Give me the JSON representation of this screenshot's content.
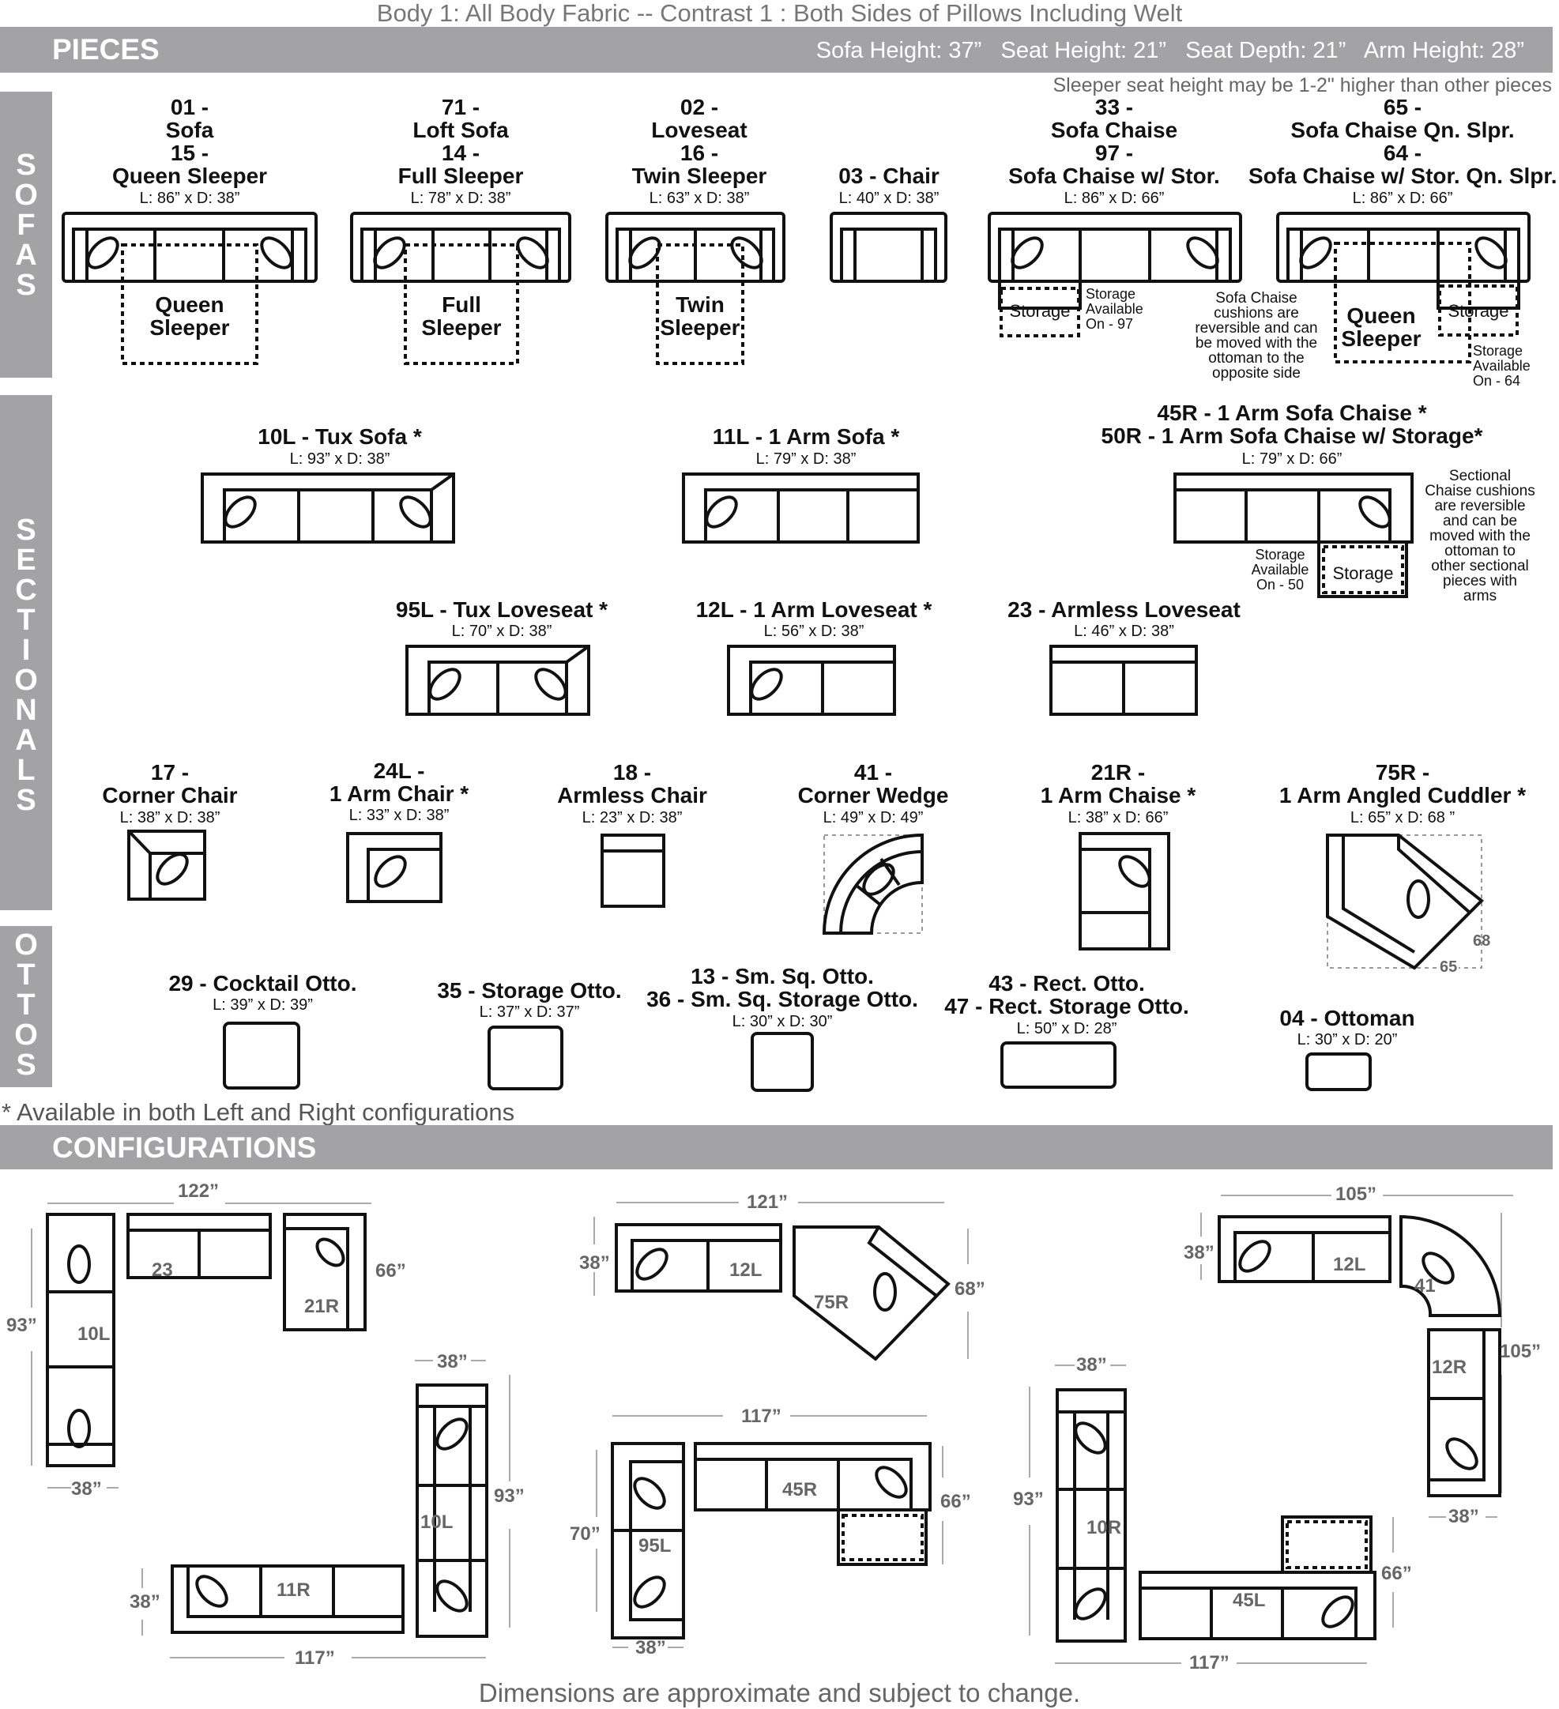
{
  "header_note": "Body 1: All Body Fabric -- Contrast 1 : Both Sides of Pillows Including Welt",
  "pieces_bar": {
    "title": "PIECES",
    "dims": "Sofa Height: 37”   Seat Height: 21”   Seat Depth: 21”   Arm Height: 28”"
  },
  "sleeper_note": "Sleeper seat height may be 1-2\" higher than other pieces",
  "side_labels": {
    "sofas": [
      "S",
      "O",
      "F",
      "A",
      "S"
    ],
    "sectionals": [
      "S",
      "E",
      "C",
      "T",
      "I",
      "O",
      "N",
      "A",
      "L",
      "S"
    ],
    "ottos": [
      "O",
      "T",
      "T",
      "O",
      "S"
    ]
  },
  "sofas": [
    {
      "name": "01 -\nSofa\n15 -\nQueen Sleeper",
      "dim": "L: 86” x D: 38”",
      "inner": "Queen\nSleeper"
    },
    {
      "name": "71 -\nLoft Sofa\n14 -\nFull Sleeper",
      "dim": "L: 78” x D: 38”",
      "inner": "Full\nSleeper"
    },
    {
      "name": "02 -\nLoveseat\n16 -\nTwin Sleeper",
      "dim": "L: 63” x D: 38”",
      "inner": "Twin\nSleeper"
    },
    {
      "name": "03 - Chair",
      "dim": "L: 40” x D: 38”"
    },
    {
      "name": "33 -\nSofa Chaise\n97 -\nSofa Chaise w/ Stor.",
      "dim": "L: 86” x D: 66”",
      "storage": "Storage",
      "avail": "Storage\nAvailable\nOn - 97"
    },
    {
      "name": "65 -\nSofa Chaise Qn. Slpr.\n64 -\nSofa Chaise w/ Stor. Qn. Slpr.",
      "dim": "L: 86” x D: 66”",
      "inner": "Queen\nSleeper",
      "storage": "Storage",
      "avail": "Storage\nAvailable\nOn - 64"
    }
  ],
  "chaise_note": "Sofa Chaise\ncushions are\nreversible and can\nbe moved with the\nottoman to the\nopposite side",
  "sectionals": [
    {
      "name": "10L - Tux Sofa *",
      "dim": "L: 93” x D: 38”"
    },
    {
      "name": "11L - 1 Arm Sofa *",
      "dim": "L: 79” x D: 38”"
    },
    {
      "name": "45R - 1 Arm Sofa Chaise *\n50R - 1 Arm Sofa Chaise w/ Storage*",
      "dim": "L: 79” x D: 66”",
      "storage": "Storage",
      "avail": "Storage\nAvailable\nOn - 50"
    },
    {
      "name": "95L - Tux Loveseat *",
      "dim": "L: 70” x D: 38”"
    },
    {
      "name": "12L - 1 Arm Loveseat *",
      "dim": "L: 56” x D: 38”"
    },
    {
      "name": "23 - Armless Loveseat",
      "dim": "L: 46” x D: 38”"
    },
    {
      "name": "17 -\nCorner Chair",
      "dim": "L: 38” x D: 38”"
    },
    {
      "name": "24L -\n1 Arm Chair *",
      "dim": "L: 33” x D: 38”"
    },
    {
      "name": "18 -\nArmless Chair",
      "dim": "L: 23” x D: 38”"
    },
    {
      "name": "41 -\nCorner Wedge",
      "dim": "L: 49” x D: 49”"
    },
    {
      "name": "21R -\n1 Arm Chaise *",
      "dim": "L: 38” x D: 66”"
    },
    {
      "name": "75R -\n1 Arm Angled Cuddler *",
      "dim": "L: 65” x D: 68 ”",
      "d1": "68",
      "d2": "65"
    }
  ],
  "sectional_note": "Sectional\nChaise cushions\nare reversible\nand can be\nmoved with the\nottoman to\nother sectional\npieces with\narms",
  "ottos": [
    {
      "name": "29 - Cocktail Otto.",
      "dim": "L: 39” x D: 39”"
    },
    {
      "name": "35 - Storage Otto.",
      "dim": "L: 37” x D: 37”"
    },
    {
      "name": "13 - Sm. Sq. Otto.\n36 - Sm. Sq. Storage Otto.",
      "dim": "L: 30” x D: 30”"
    },
    {
      "name": "43 - Rect. Otto.\n47 - Rect. Storage Otto.",
      "dim": "L: 50” x D: 28”"
    },
    {
      "name": "04 - Ottoman",
      "dim": "L: 30” x D: 20”"
    }
  ],
  "availability_note": "* Available in both Left and Right configurations",
  "config_bar": {
    "title": "CONFIGURATIONS"
  },
  "configurations": {
    "c1": {
      "w": "122”",
      "h": "93”",
      "b": "38”",
      "d": "66”",
      "l1": "23",
      "l2": "21R",
      "l3": "10L"
    },
    "c2": {
      "w": "121”",
      "h": "68”",
      "s": "38”",
      "l1": "12L",
      "l2": "75R"
    },
    "c3": {
      "w": "105”",
      "s": "38”",
      "h": "105”",
      "b": "38”",
      "l1": "12L",
      "l2": "41",
      "l3": "12R"
    },
    "c4": {
      "w": "117”",
      "t": "38”",
      "h": "93”",
      "s": "38”",
      "l1": "11R",
      "l2": "10L"
    },
    "c5": {
      "w": "117”",
      "h": "70”",
      "d": "66”",
      "b": "38”",
      "l1": "95L",
      "l2": "45R"
    },
    "c6": {
      "w": "117”",
      "t": "38”",
      "h": "93”",
      "d": "66”",
      "l1": "10R",
      "l2": "45L"
    }
  },
  "footer_note": "Dimensions are approximate and subject to change."
}
